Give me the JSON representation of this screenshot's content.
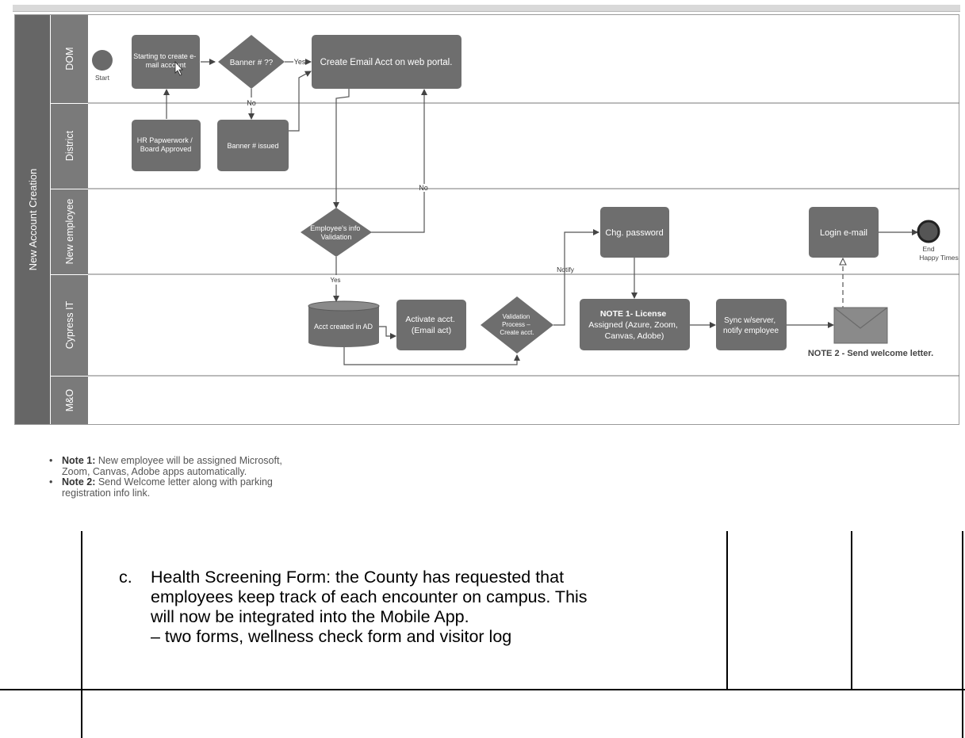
{
  "diagram": {
    "pool_label": "New Account Creation",
    "lanes": [
      {
        "id": "dom",
        "label": "DOM"
      },
      {
        "id": "district",
        "label": "District"
      },
      {
        "id": "new_employee",
        "label": "New employee"
      },
      {
        "id": "cypress_it",
        "label": "Cypress IT"
      },
      {
        "id": "mo",
        "label": "M&O"
      }
    ],
    "events": {
      "start": "Start",
      "end_line1": "End",
      "end_line2": "Happy Times"
    },
    "nodes": {
      "create_email_start": [
        "Starting to create e-",
        "mail account"
      ],
      "banner_check": [
        "Banner # ??"
      ],
      "create_email_portal": [
        "Create Email Acct on web portal."
      ],
      "hr_paperwork": [
        "HR Papwerwork /",
        "Board Approved"
      ],
      "banner_issued": [
        "Banner # issued"
      ],
      "info_validation": [
        "Employee's info",
        "Validation"
      ],
      "chg_password": [
        "Chg. password"
      ],
      "login_email": [
        "Login e-mail"
      ],
      "acct_created_ad": [
        "Acct created in AD"
      ],
      "activate_acct": [
        "Activate acct.",
        "(Email act)"
      ],
      "validation_process": [
        "Validation",
        "Process –",
        "Create acct."
      ],
      "license_assigned": [
        "NOTE 1- License",
        "Assigned (Azure, Zoom,",
        "Canvas, Adobe)"
      ],
      "sync_server": [
        "Sync w/server,",
        "notify employee"
      ],
      "welcome_letter": "NOTE 2 - Send welcome letter."
    },
    "edge_labels": {
      "yes_banner": "Yes",
      "no_banner": "No",
      "no_validation": "No",
      "yes_validation": "Yes",
      "notify": "Notify"
    }
  },
  "notes": [
    {
      "label": "Note 1:",
      "text": " New employee will be assigned Microsoft, Zoom, Canvas, Adobe apps automatically."
    },
    {
      "label": "Note 2:",
      "text": " Send Welcome letter along with parking registration info link."
    }
  ],
  "document": {
    "item_marker": "c.",
    "item_lines": [
      "Health Screening Form: the County has requested that",
      "employees keep track of each encounter on campus. This",
      "will now be integrated into the Mobile App.",
      "– two forms, wellness check form and visitor log"
    ]
  },
  "colors": {
    "node_fill": "#6e6e6e",
    "pool_fill": "#666666",
    "lane_fill": "#7a7a7a",
    "line": "#555555"
  }
}
